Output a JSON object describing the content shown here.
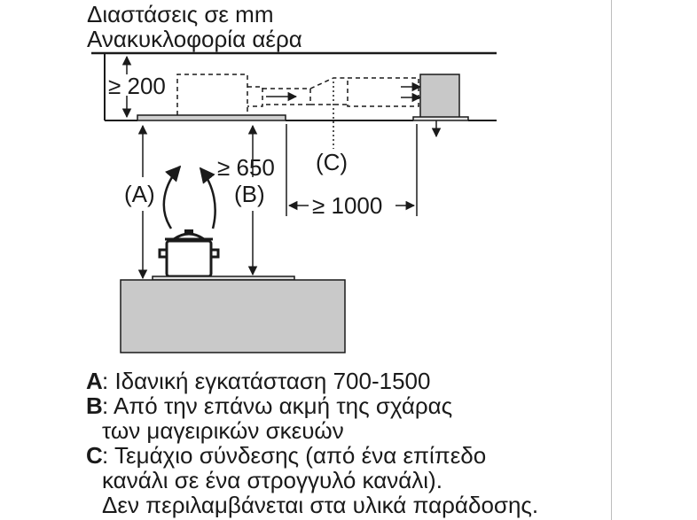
{
  "header": {
    "line1": "Διαστάσεις σε mm",
    "line2": "Ανακυκλοφορία αέρα"
  },
  "diagram": {
    "min_ceiling_gap": "≥ 200",
    "min_height": "≥ 650",
    "label_a": "(A)",
    "label_b": "(B)",
    "label_c": "(C)",
    "min_distance": "≥ 1000"
  },
  "legend": [
    {
      "key": "A",
      "lines": [
        ": Ιδανική εγκατάσταση 700-1500"
      ]
    },
    {
      "key": "B",
      "lines": [
        ": Από την επάνω ακμή της σχάρας",
        "  των μαγειρικών σκευών"
      ]
    },
    {
      "key": "C",
      "lines": [
        ": Τεμάχιο σύνδεσης (από ένα επίπεδο",
        "  κανάλι σε ένα στρογγυλό κανάλι).",
        "  Δεν περιλαμβάνεται στα υλικά παράδοσης."
      ]
    }
  ]
}
